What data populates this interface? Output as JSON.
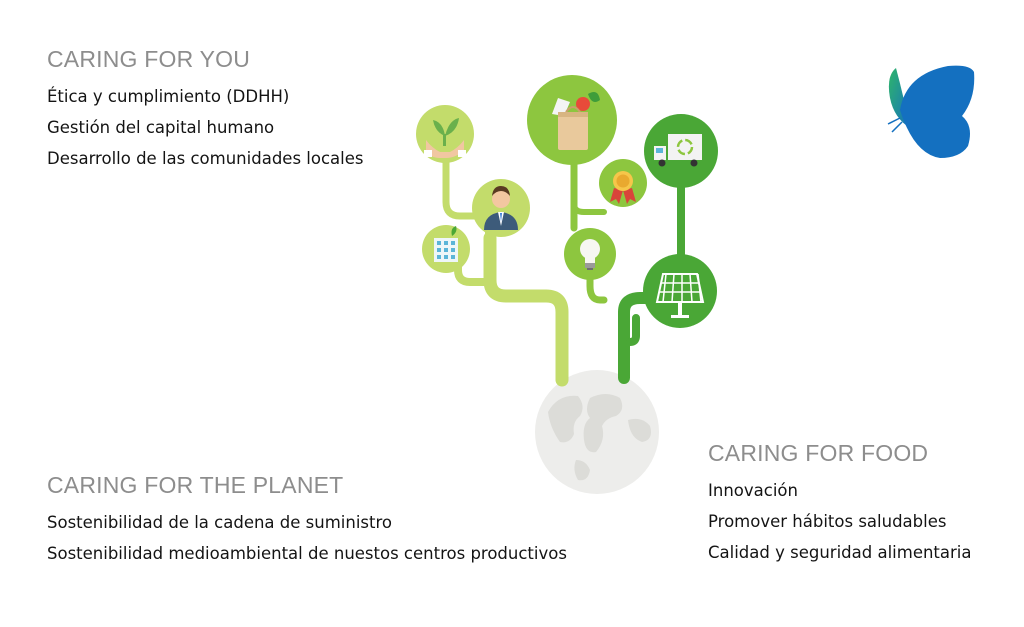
{
  "sections": {
    "you": {
      "heading": "CARING FOR YOU",
      "items": [
        "Ética y cumplimiento (DDHH)",
        "Gestión del capital humano",
        "Desarrollo de las comunidades locales"
      ]
    },
    "planet": {
      "heading": "CARING FOR THE PLANET",
      "items": [
        "Sostenibilidad de la cadena de suministro",
        "Sostenibilidad medioambiental de nuestos centros productivos"
      ]
    },
    "food": {
      "heading": "CARING FOR FOOD",
      "items": [
        "Innovación",
        "Promover hábitos saludables",
        "Calidad y seguridad alimentaria"
      ]
    }
  },
  "colors": {
    "light_green": "#c3dc6b",
    "mid_green": "#8dc63f",
    "dark_green": "#4aa736",
    "globe": "#ededeb",
    "butterfly_blue": "#1470c0"
  },
  "icons": [
    "hands-plant-icon",
    "businessman-icon",
    "building-icon",
    "grocery-bag-icon",
    "medal-icon",
    "lightbulb-icon",
    "delivery-truck-icon",
    "solar-panel-icon",
    "globe-icon",
    "butterfly-logo-icon"
  ]
}
